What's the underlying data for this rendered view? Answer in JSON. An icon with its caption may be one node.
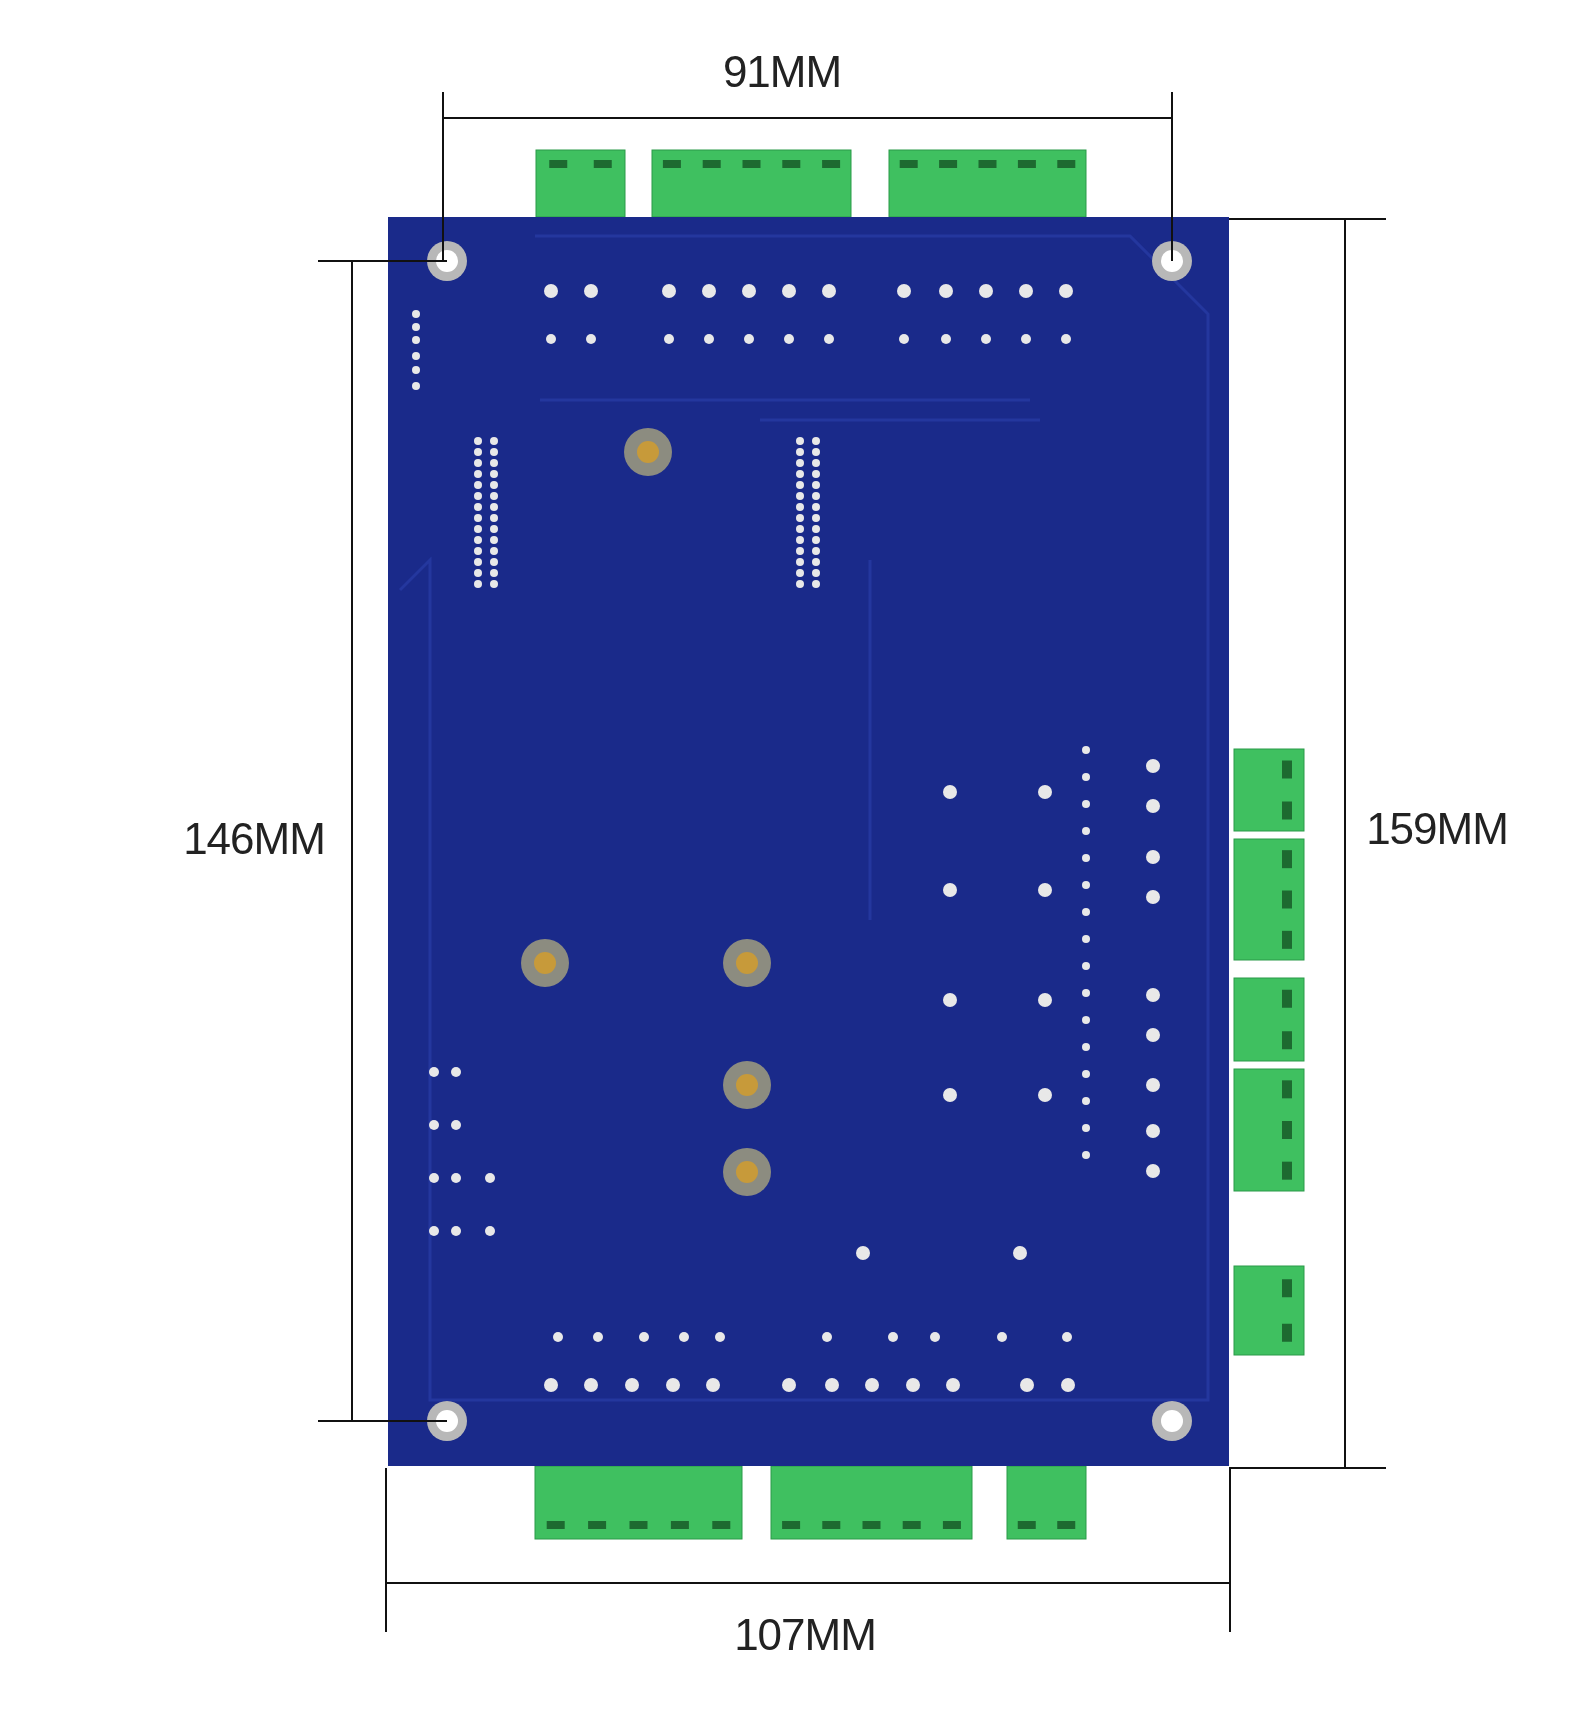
{
  "diagram": {
    "labels": [
      "91MM",
      "146MM",
      "159MM",
      "107MM"
    ]
  }
}
